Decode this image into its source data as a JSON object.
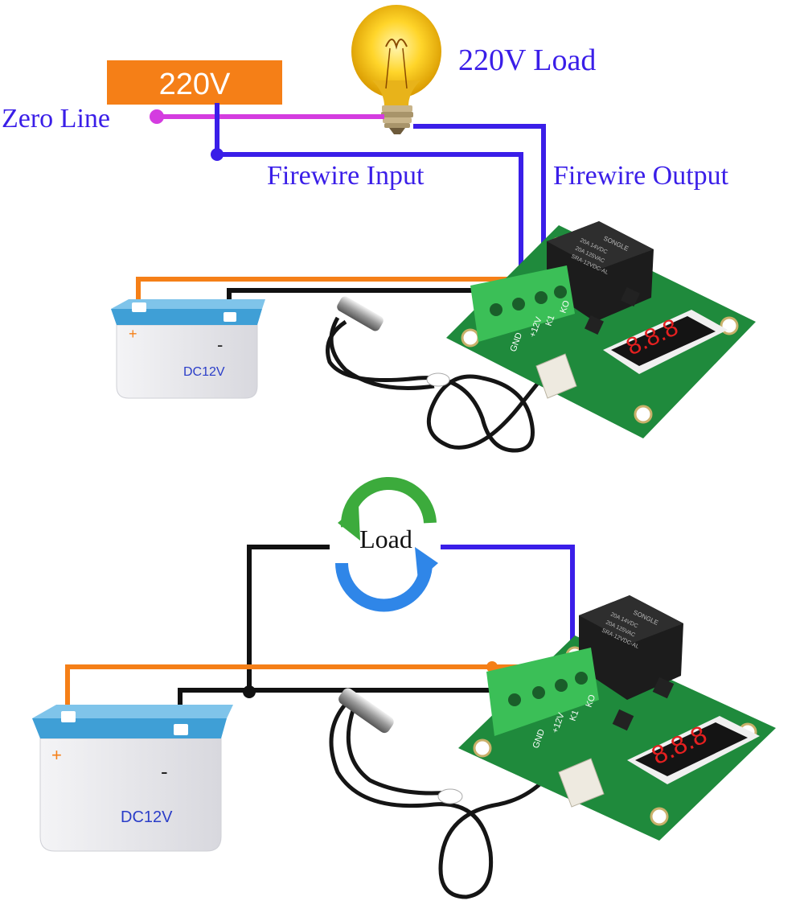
{
  "colors": {
    "wire_blue": "#3a1ee8",
    "wire_magenta": "#d43ce0",
    "wire_orange": "#f57f17",
    "wire_black": "#111111",
    "label_blue": "#3a1ee8",
    "source_box": "#f57f17",
    "battery_top": "#3f9fd6",
    "pcb_green": "#1f8a3c",
    "terminal_green": "#3bbf57",
    "relay_black": "#1c1c1c",
    "digit_red": "#e52020",
    "arrow_green": "#3cab3c",
    "arrow_blue": "#2f86e8"
  },
  "top_diagram": {
    "source_label": "220V",
    "load_label": "220V Load",
    "zero_line_label": "Zero Line",
    "firewire_input_label": "Firewire Input",
    "firewire_output_label": "Firewire Output",
    "battery": {
      "plus": "+",
      "minus": "-",
      "label": "DC12V"
    },
    "relay_text": [
      "SONGLE",
      "20A 14VDC",
      "20A 125VAC",
      "SRA-12VDC-AL"
    ],
    "pins": [
      "KO",
      "K1",
      "+12V",
      "GND"
    ],
    "display": "8.8.8"
  },
  "bottom_diagram": {
    "load_label": "Load",
    "battery": {
      "plus": "+",
      "minus": "-",
      "label": "DC12V"
    },
    "relay_text": [
      "SONGLE",
      "20A 14VDC",
      "20A 125VAC",
      "SRA-12VDC-AL"
    ],
    "pins": [
      "KO",
      "K1",
      "+12V",
      "GND"
    ],
    "display": "8.8.8"
  }
}
